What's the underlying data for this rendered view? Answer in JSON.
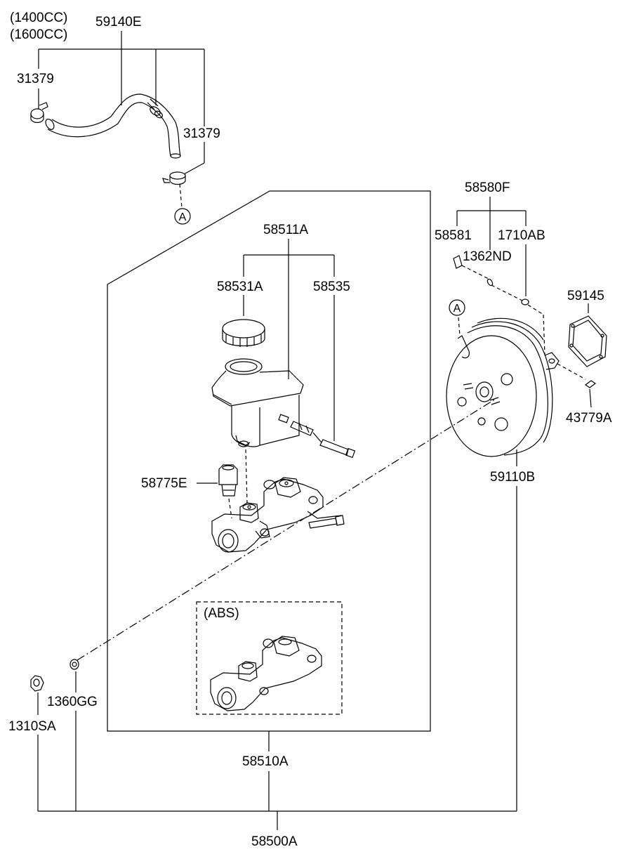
{
  "labels": {
    "l_1400cc": "(1400CC)",
    "l_1600cc": "(1600CC)",
    "l_59140e": "59140E",
    "l_31379_a": "31379",
    "l_31379_b": "31379",
    "l_58580f": "58580F",
    "l_58511a": "58511A",
    "l_58581": "58581",
    "l_1710ab": "1710AB",
    "l_1362nd": "1362ND",
    "l_58531a": "58531A",
    "l_58535": "58535",
    "l_59145": "59145",
    "l_43779a": "43779A",
    "l_59110b": "59110B",
    "l_58775e": "58775E",
    "l_abs": "(ABS)",
    "l_1360gg": "1360GG",
    "l_1310sa": "1310SA",
    "l_58510a": "58510A",
    "l_58500a": "58500A"
  },
  "callouts": {
    "callout_a_left": "A",
    "callout_a_right": "A"
  }
}
